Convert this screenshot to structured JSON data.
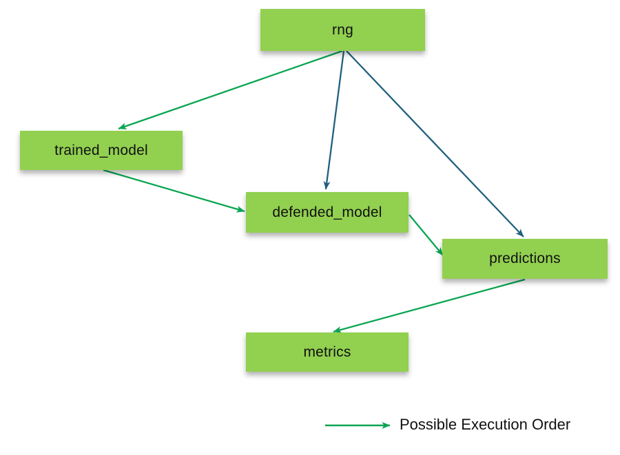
{
  "diagram": {
    "title": "",
    "nodes": [
      {
        "id": "rng",
        "label": "rng"
      },
      {
        "id": "trained_model",
        "label": "trained_model"
      },
      {
        "id": "defended_model",
        "label": "defended_model"
      },
      {
        "id": "predictions",
        "label": "predictions"
      },
      {
        "id": "metrics",
        "label": "metrics"
      }
    ],
    "edges": [
      {
        "from": "rng",
        "to": "trained_model",
        "type": "possible_execution_order",
        "color": "#0AA551"
      },
      {
        "from": "rng",
        "to": "defended_model",
        "type": "dependency",
        "color": "#20607E"
      },
      {
        "from": "rng",
        "to": "predictions",
        "type": "dependency",
        "color": "#20607E"
      },
      {
        "from": "trained_model",
        "to": "defended_model",
        "type": "possible_execution_order",
        "color": "#0AA551"
      },
      {
        "from": "defended_model",
        "to": "predictions",
        "type": "possible_execution_order",
        "color": "#0AA551"
      },
      {
        "from": "predictions",
        "to": "metrics",
        "type": "possible_execution_order",
        "color": "#0AA551"
      }
    ],
    "legend": {
      "label": "Possible Execution Order",
      "arrow_color": "#0AA551"
    },
    "colors": {
      "node_fill": "#92D050",
      "execution_order_arrow": "#0AA551",
      "dependency_arrow": "#20607E",
      "text": "#111111",
      "background": "#ffffff"
    }
  }
}
